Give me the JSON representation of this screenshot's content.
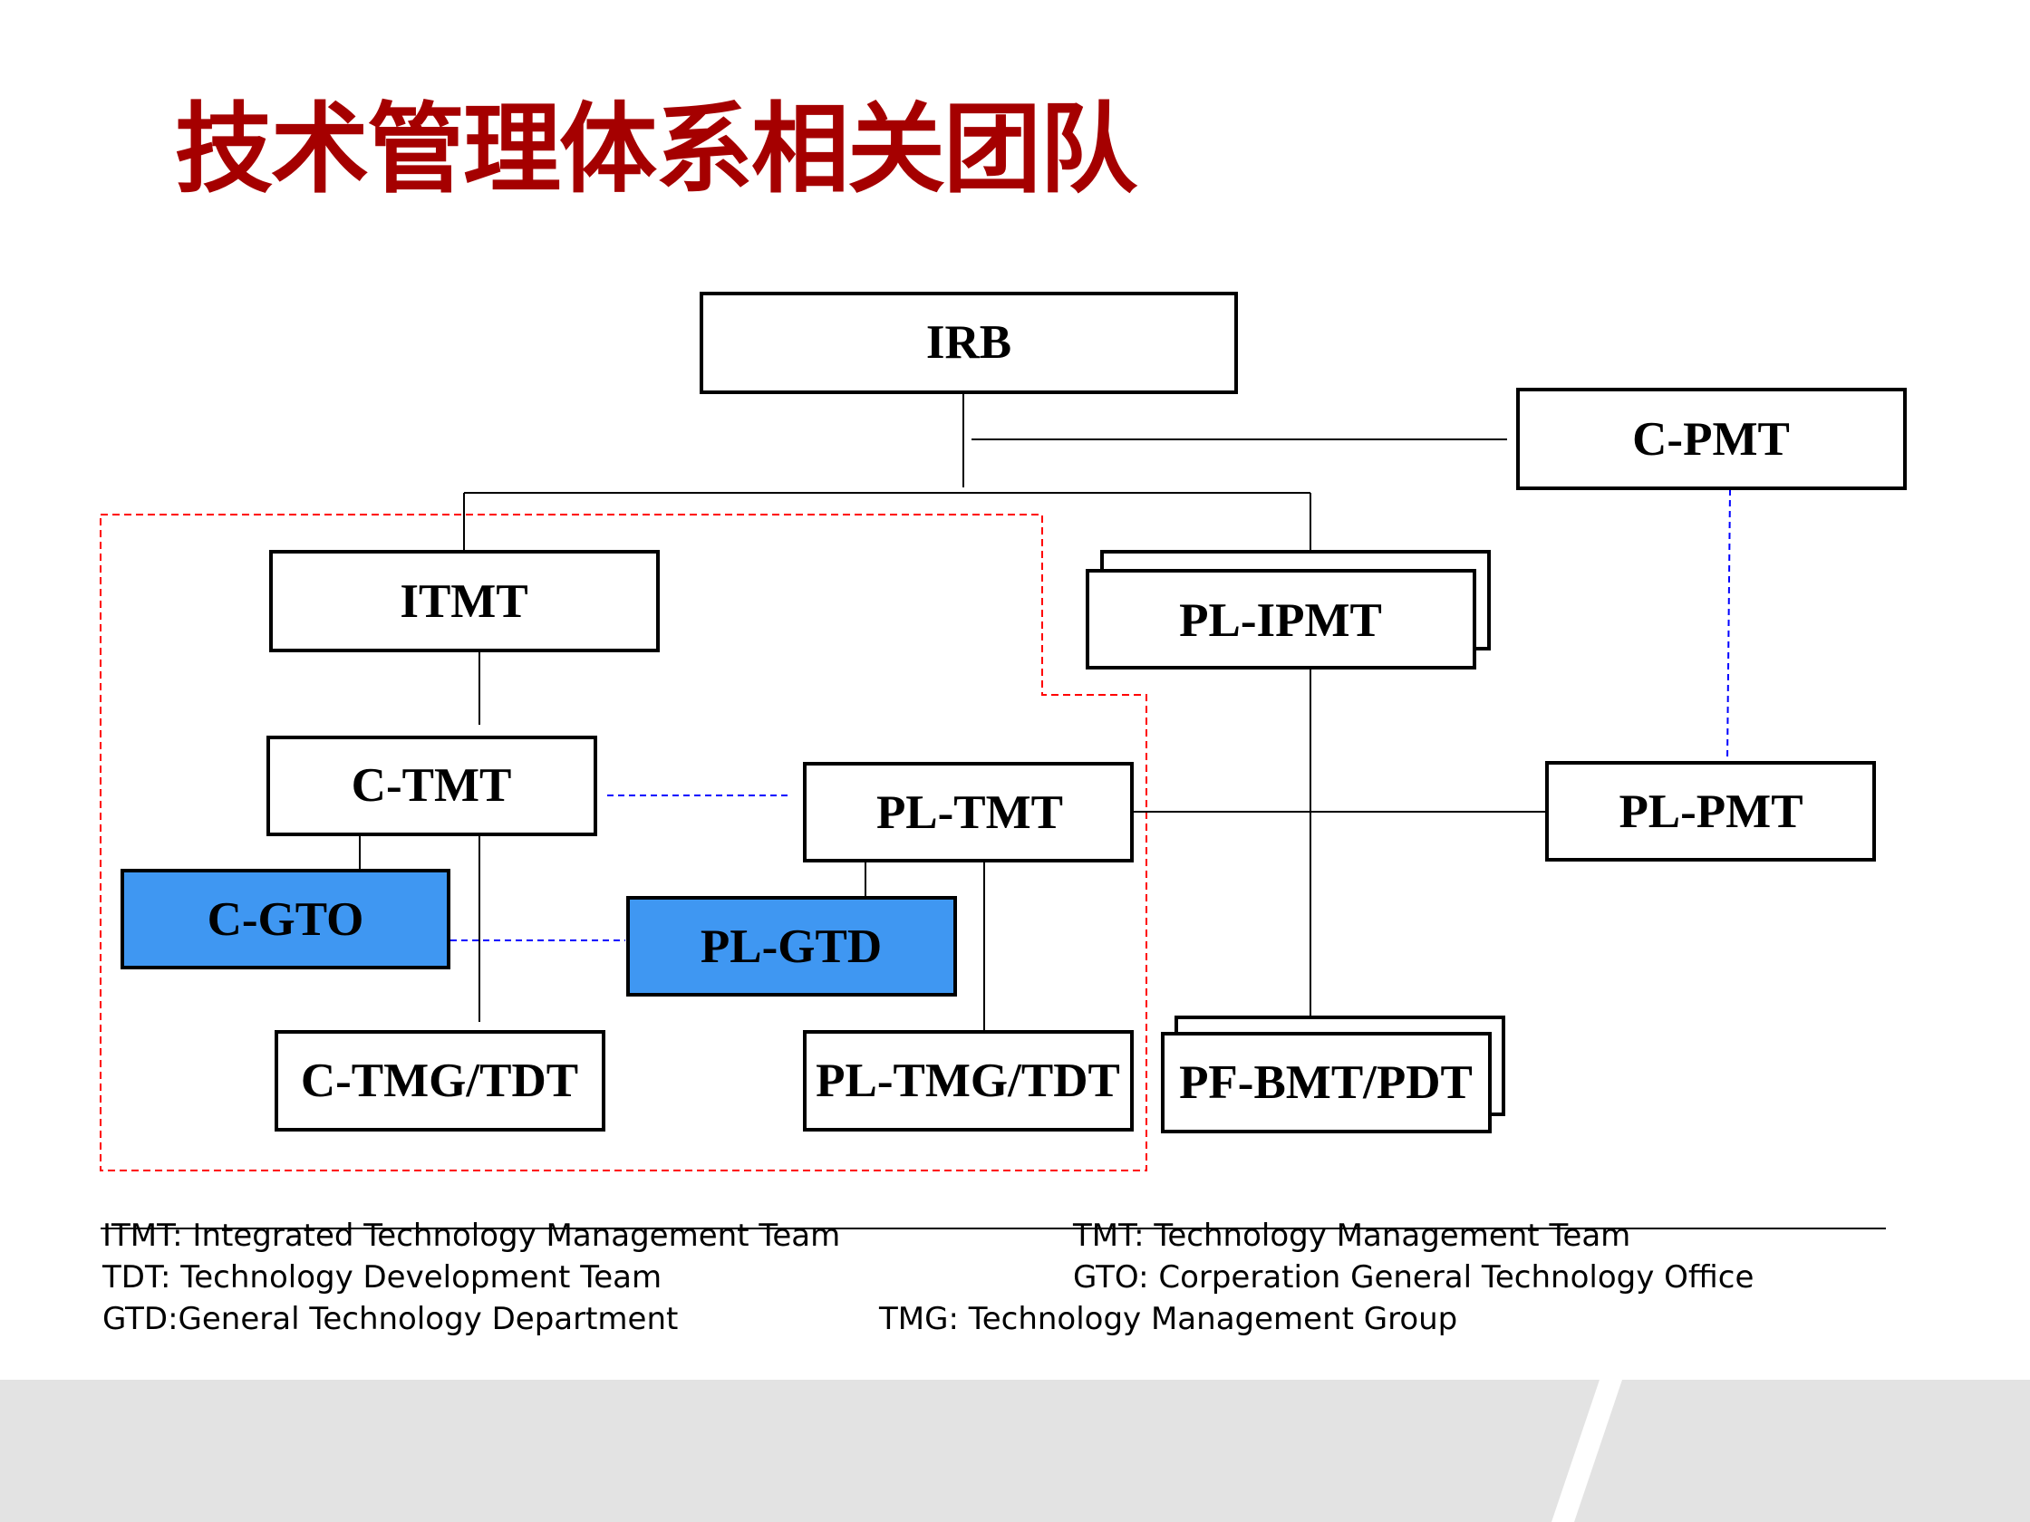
{
  "slide": {
    "title": "技术管理体系相关团队"
  },
  "colors": {
    "title": "#a50000",
    "highlight_fill": "#3f97f2",
    "box_stroke": "#000000",
    "red_dashed": "#ff0000",
    "blue_dashed": "#0000ff"
  },
  "diagram": {
    "nodes": {
      "irb": "IRB",
      "cpmt": "C-PMT",
      "itmt": "ITMT",
      "plipmt": "PL-IPMT",
      "ctmt": "C-TMT",
      "pltmt": "PL-TMT",
      "plpmt": "PL-PMT",
      "cgto": "C-GTO",
      "plgtd": "PL-GTD",
      "ctmg": "C-TMG/TDT",
      "pltmg": "PL-TMG/TDT",
      "pfbmt": "PF-BMT/PDT"
    },
    "stacked_nodes": [
      "PL-IPMT",
      "PF-BMT/PDT"
    ],
    "highlighted_nodes": [
      "C-GTO",
      "PL-GTD"
    ],
    "solid_links": [
      [
        "IRB",
        "C-PMT"
      ],
      [
        "IRB",
        "ITMT"
      ],
      [
        "IRB",
        "PL-IPMT"
      ],
      [
        "ITMT",
        "C-TMT"
      ],
      [
        "C-TMT",
        "C-GTO"
      ],
      [
        "C-TMT",
        "C-TMG/TDT"
      ],
      [
        "PL-TMT",
        "PL-GTD"
      ],
      [
        "PL-TMT",
        "PL-TMG/TDT"
      ],
      [
        "PL-TMT",
        "PL-PMT"
      ],
      [
        "PL-IPMT",
        "PF-BMT/PDT"
      ]
    ],
    "dashed_links": [
      [
        "C-PMT",
        "PL-PMT"
      ],
      [
        "C-TMT",
        "PL-TMT"
      ],
      [
        "C-GTO",
        "PL-GTD"
      ]
    ]
  },
  "legend": {
    "itmt": "ITMT: Integrated Technology Management Team",
    "tmt": "TMT: Technology Management Team",
    "tdt": "TDT: Technology Development Team",
    "gto": "GTO: Corperation General Technology Office",
    "gtd": "GTD:General Technology Department",
    "tmg": "TMG: Technology Management Group"
  }
}
